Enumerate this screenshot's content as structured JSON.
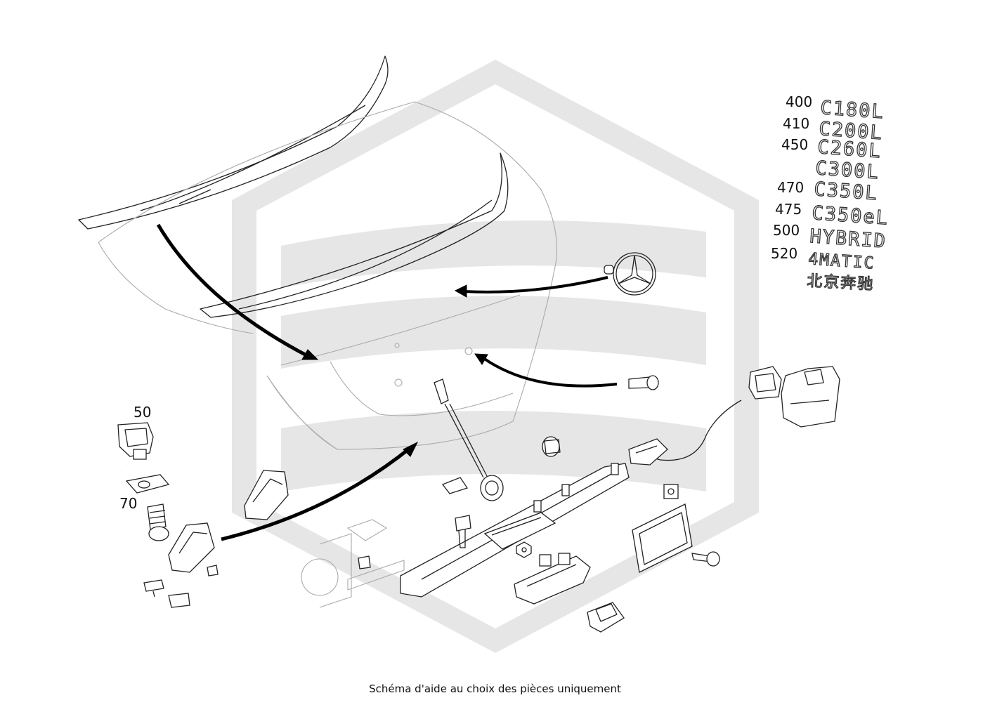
{
  "caption": "Schéma d'aide au choix des pièces uniquement",
  "callouts": {
    "c50": "50",
    "c70": "70",
    "c400": "400",
    "c410": "410",
    "c450": "450",
    "c470": "470",
    "c475": "475",
    "c500": "500",
    "c520": "520"
  },
  "badges": {
    "b400": "C180L",
    "b410": "C200L",
    "b450": "C260L",
    "b450b": "C300L",
    "b470": "C350L",
    "b475": "C350eL",
    "b500": "HYBRID",
    "b520": "4MATIC",
    "bcn": "北京奔驰"
  },
  "colors": {
    "watermark": "#e6e6e6",
    "line": "#222222",
    "arrow": "#000000"
  }
}
